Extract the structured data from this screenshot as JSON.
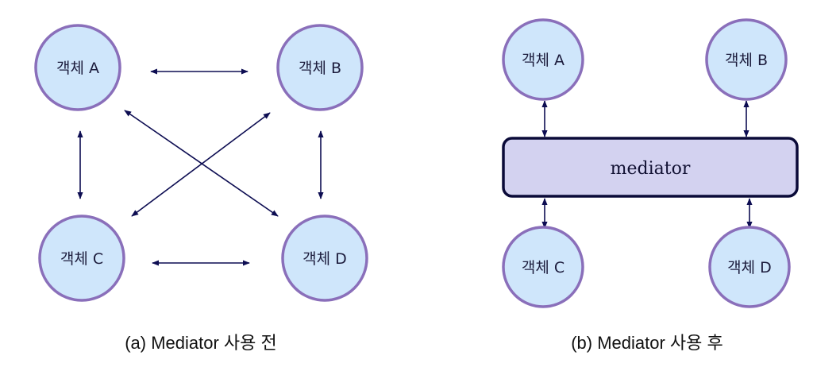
{
  "before": {
    "nodes": {
      "a": "객체 A",
      "b": "객체 B",
      "c": "객체 C",
      "d": "객체 D"
    },
    "caption": "(a) Mediator 사용 전"
  },
  "after": {
    "mediator_label": "mediator",
    "nodes": {
      "a": "객체 A",
      "b": "객체 B",
      "c": "객체 C",
      "d": "객체 D"
    },
    "caption": "(b) Mediator 사용 후"
  },
  "colors": {
    "node_fill": "#cfe6fb",
    "node_stroke": "#8a6fba",
    "mediator_fill": "#d3d2f0",
    "arrow": "#0d0d52"
  }
}
